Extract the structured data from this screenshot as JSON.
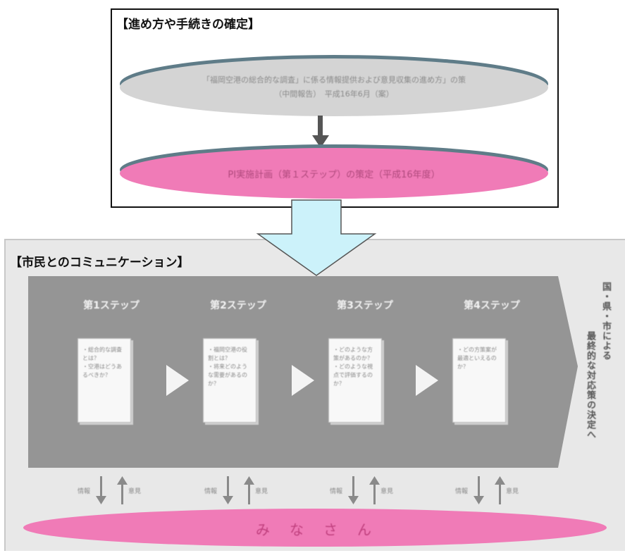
{
  "process_section": {
    "heading": "【進め方や手続きの確定】",
    "upper_ellipse": {
      "line1": "「福岡空港の総合的な調査」に係る情報提供および意見収集の進め方」の策",
      "line2": "（中間報告）　平成16年6月（案）"
    },
    "lower_ellipse": {
      "text": "PI実施計画（第１ステップ）の策定（平成16年度）"
    }
  },
  "communication_section": {
    "heading": "【市民とのコミュニケーション】",
    "steps": [
      {
        "title": "第1ステップ",
        "book_lines": [
          "・総合的な調査とは？",
          "・空港はどうあるべきか？"
        ]
      },
      {
        "title": "第2ステップ",
        "book_lines": [
          "・福岡空港の役割とは？",
          "・将来どのような需要があるのか？"
        ]
      },
      {
        "title": "第3ステップ",
        "book_lines": [
          "・どのような方策があるのか？",
          "・どのような視点で評価するのか？"
        ]
      },
      {
        "title": "第4ステップ",
        "book_lines": [
          "・どの方策案が最適といえるのか？"
        ]
      }
    ],
    "arrow_labels": {
      "down": "情報",
      "up": "意見"
    },
    "side_text_line1": "国・県・市による",
    "side_text_line2": "最終的な対応策の決定へ",
    "public_label": "み　な　さ　ん"
  },
  "colors": {
    "grey_band": "#959595",
    "pink": "#f07bb7",
    "transition_arrow": "#ccf2fa",
    "panel_bg": "#e8e8e8"
  }
}
